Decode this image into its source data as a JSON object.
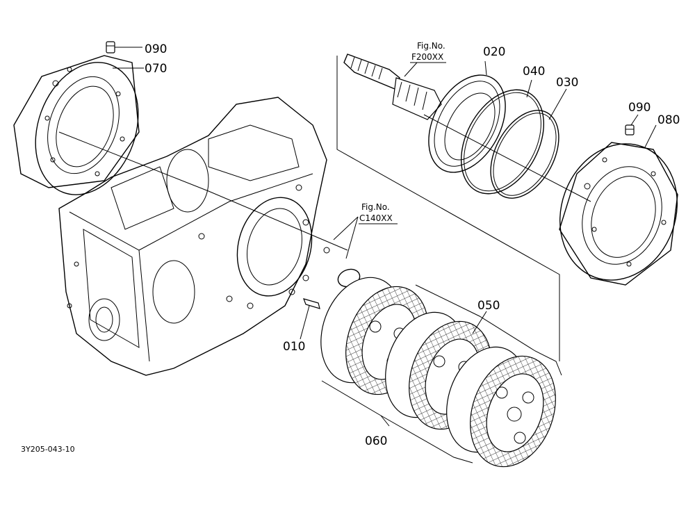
{
  "diagram": {
    "labels": {
      "p010": "010",
      "p020": "020",
      "p030": "030",
      "p040": "040",
      "p050": "050",
      "p060": "060",
      "p070": "070",
      "p080": "080",
      "p090_left": "090",
      "p090_right": "090"
    },
    "fig_refs": {
      "f200_label": "Fig.No.",
      "f200_code": "F200XX",
      "c140_label": "Fig.No.",
      "c140_code": "C140XX"
    },
    "drawing_code": "3Y205-043-10"
  }
}
